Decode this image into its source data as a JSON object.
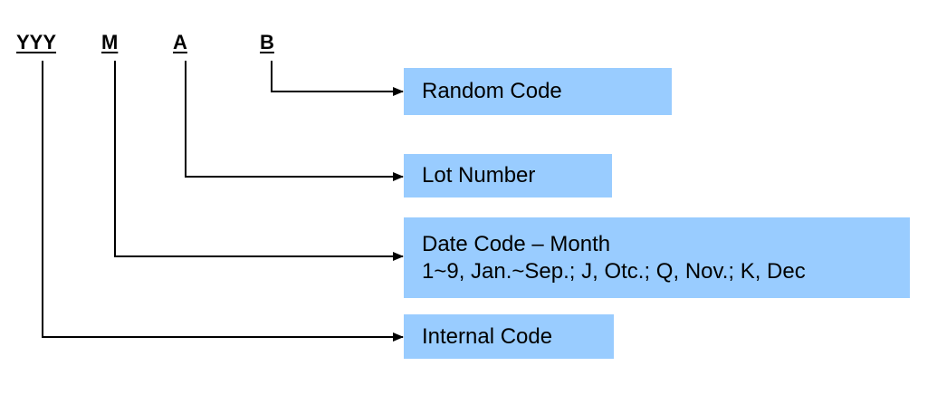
{
  "code": {
    "yyy": "YYY",
    "m": "M",
    "a": "A",
    "b": "B"
  },
  "labels": {
    "random_code": "Random Code",
    "lot_number": "Lot Number",
    "date_code_title": "Date Code – Month",
    "date_code_detail": "1~9, Jan.~Sep.; J, Otc.; Q, Nov.; K, Dec",
    "internal_code": "Internal Code"
  },
  "colors": {
    "box_fill": "#99ccff",
    "line": "#000000"
  }
}
